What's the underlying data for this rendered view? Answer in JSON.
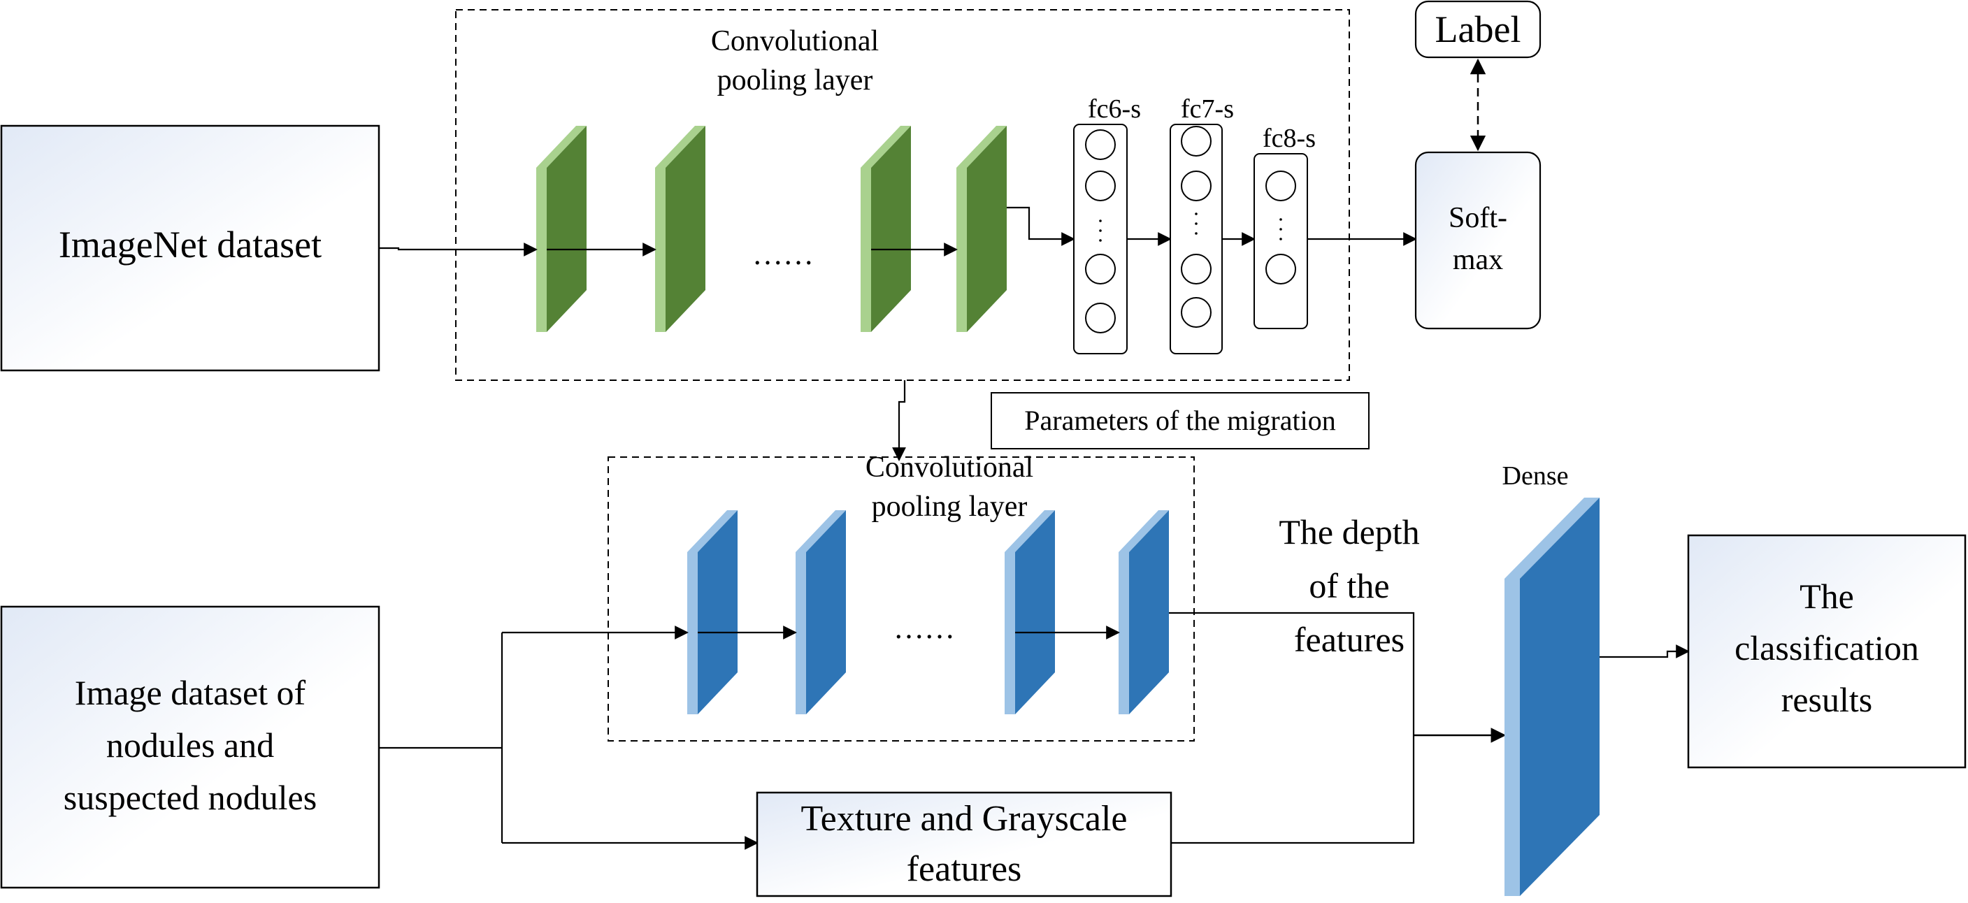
{
  "top": {
    "input_label": "ImageNet dataset",
    "conv_label_line1": "Convolutional",
    "conv_label_line2": "pooling layer",
    "dots": "……",
    "fc6_label": "fc6-s",
    "fc7_label": "fc7-s",
    "fc8_label": "fc8-s",
    "softmax_line1": "Soft-",
    "softmax_line2": "max",
    "label_box": "Label",
    "migration_label": "Parameters of the migration"
  },
  "bottom": {
    "input_line1": "Image dataset of",
    "input_line2": "nodules and",
    "input_line3": "suspected nodules",
    "conv_label_line1": "Convolutional",
    "conv_label_line2": "pooling layer",
    "dots": "……",
    "depth_line1": "The depth",
    "depth_line2": "of the",
    "depth_line3": "features",
    "texture_line1": "Texture and Grayscale",
    "texture_line2": "features",
    "dense_label": "Dense",
    "result_line1": "The",
    "result_line2": "classification",
    "result_line3": "results"
  },
  "colors": {
    "green_front": "#548235",
    "green_side": "#a9d18e",
    "blue_front": "#2e75b6",
    "blue_side": "#9dc3e6",
    "box_gradient_start": "#e4ebf7",
    "box_gradient_end": "#ffffff"
  }
}
